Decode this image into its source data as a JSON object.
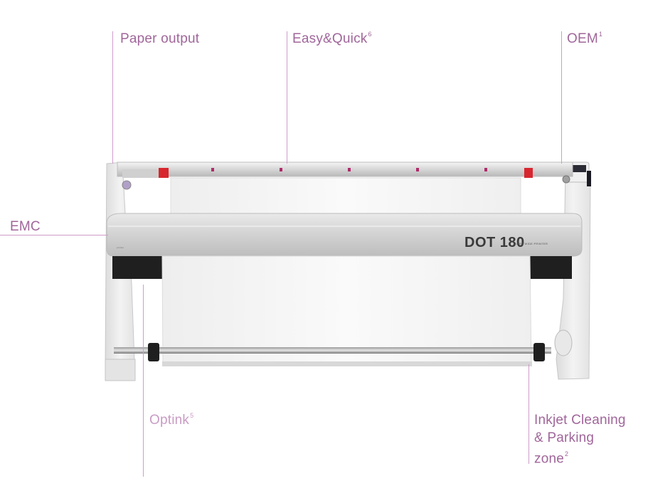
{
  "labels": {
    "paper_output": {
      "text": "Paper output",
      "sup": ""
    },
    "easy_quick": {
      "text": "Easy&Quick",
      "sup": "6"
    },
    "oem": {
      "text": "OEM",
      "sup": "1"
    },
    "emc": {
      "text": "EMC",
      "sup": ""
    },
    "optink": {
      "text": "Optink",
      "sup": "5"
    },
    "inkjet": {
      "line1": "Inkjet Cleaning",
      "line2": "& Parking",
      "line3": "zone",
      "sup": "2"
    }
  },
  "printer": {
    "model": "DOT 180",
    "subtitle": "ULTRA WIDE PRINTER"
  },
  "colors": {
    "label": "#a0669a",
    "callout_line": "#cf9ccb",
    "frame": "#ededed",
    "accent_red": "#d8262e"
  }
}
